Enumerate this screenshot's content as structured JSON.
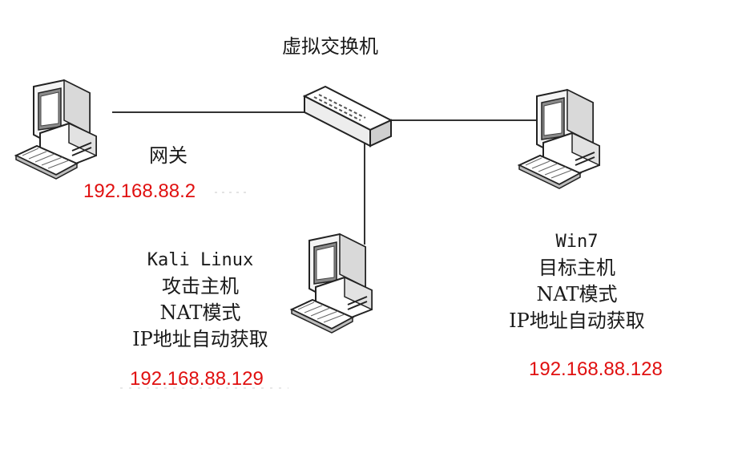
{
  "switch": {
    "title": "虚拟交换机",
    "icon": "network-switch-icon"
  },
  "gateway": {
    "label": "网关",
    "ip": "192.168.88.2",
    "icon": "desktop-computer-icon"
  },
  "kali": {
    "name": "Kali Linux",
    "role": "攻击主机",
    "mode": "NAT模式",
    "ip_method": "IP地址自动获取",
    "ip": "192.168.88.129",
    "icon": "desktop-computer-icon"
  },
  "win7": {
    "name": "Win7",
    "role": "目标主机",
    "mode": "NAT模式",
    "ip_method": "IP地址自动获取",
    "ip": "192.168.88.128",
    "icon": "desktop-computer-icon"
  },
  "colors": {
    "ip_text": "#e01010",
    "line": "#333333",
    "device_stroke": "#222222"
  }
}
